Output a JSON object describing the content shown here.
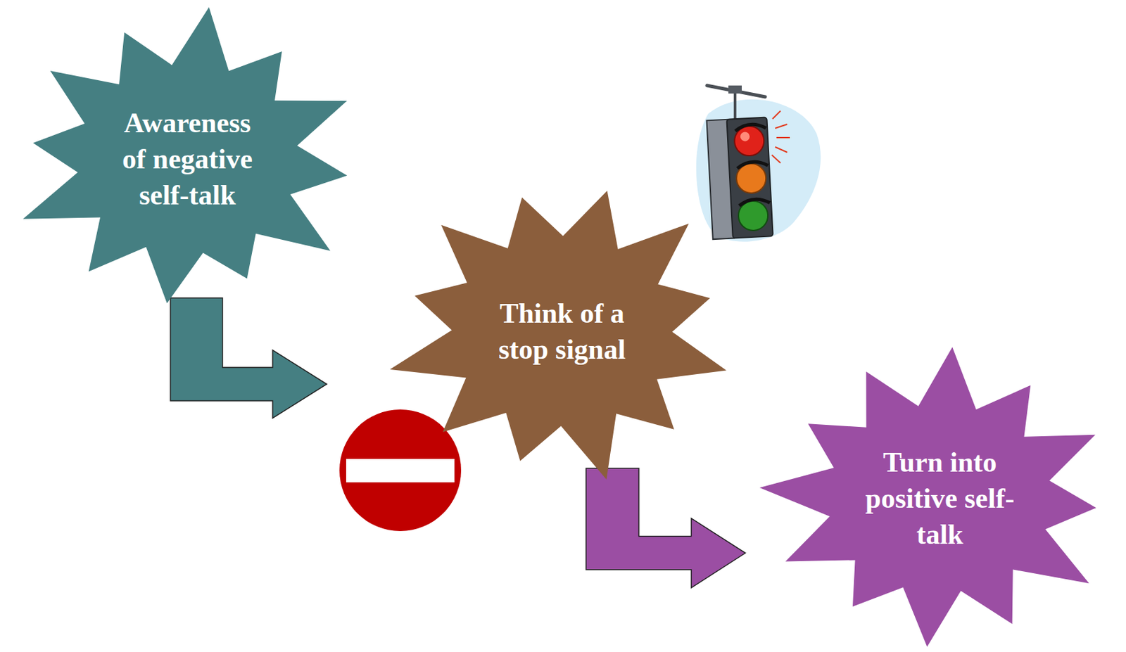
{
  "diagram": {
    "nodes": [
      {
        "text": [
          "Awareness of negative self-talk"
        ]
      },
      {
        "text": [
          "Think of a stop signal"
        ]
      },
      {
        "text": [
          "Turn into positive self-talk"
        ]
      }
    ],
    "edges": [
      {
        "from": 0,
        "to": 1,
        "arrow": "to"
      },
      {
        "from": 1,
        "to": 2,
        "arrow": "to"
      }
    ]
  }
}
